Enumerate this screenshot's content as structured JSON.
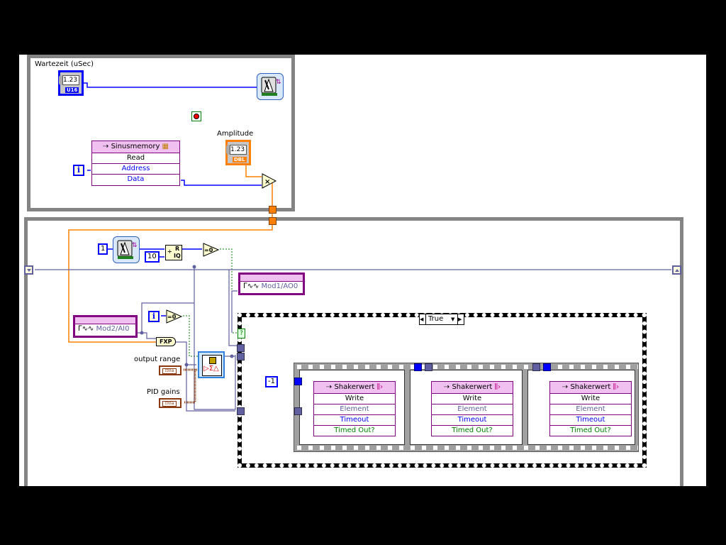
{
  "window": {
    "type": "LabVIEW block diagram"
  },
  "top_loop": {
    "wait_control": {
      "label": "Wartezeit (uSec)",
      "display_value": "1.23",
      "type": "U16"
    },
    "wait_icon": "metronome-wait-icon",
    "stop_terminal": "stop-terminal",
    "amplitude_control": {
      "label": "Amplitude",
      "display_value": "1.23",
      "type": "DBL"
    },
    "iteration_terminal": "i",
    "memory_node": {
      "title": "Sinusmemory",
      "rows": [
        "Read",
        "Address",
        "Data"
      ]
    },
    "multiply": "×"
  },
  "bottom_loop": {
    "const_one": "1",
    "const_ten": "10",
    "quotient_remainder": {
      "r": "R",
      "iq": "IQ"
    },
    "equal_zero_1": "=0",
    "equal_zero_2": "=0",
    "iteration_terminal": "i",
    "ao_node": "Mod1/AO0",
    "ai_node": "Mod2/AI0",
    "fxp_label": "FXP",
    "output_range_label": "output range",
    "pid_gains_label": "PID gains",
    "cluster_glyph": "⊡0a",
    "case_structure": {
      "selector": "True"
    },
    "case_question": "?",
    "const_minus_one": "-1",
    "fifo_nodes": [
      {
        "title": "Shakerwert",
        "rows": [
          "Write",
          "Element",
          "Timeout",
          "Timed Out?"
        ]
      },
      {
        "title": "Shakerwert",
        "rows": [
          "Write",
          "Element",
          "Timeout",
          "Timed Out?"
        ]
      },
      {
        "title": "Shakerwert",
        "rows": [
          "Write",
          "Element",
          "Timeout",
          "Timed Out?"
        ]
      }
    ]
  },
  "colors": {
    "loop_border": "#848484",
    "wire_int": "#0000ff",
    "wire_dbl": "#ff8000",
    "wire_fxp": "#6060a0",
    "wire_bool": "#008000",
    "wire_cluster": "#8b3a0f",
    "node_header": "#f0c0f0",
    "node_border": "#800080"
  }
}
